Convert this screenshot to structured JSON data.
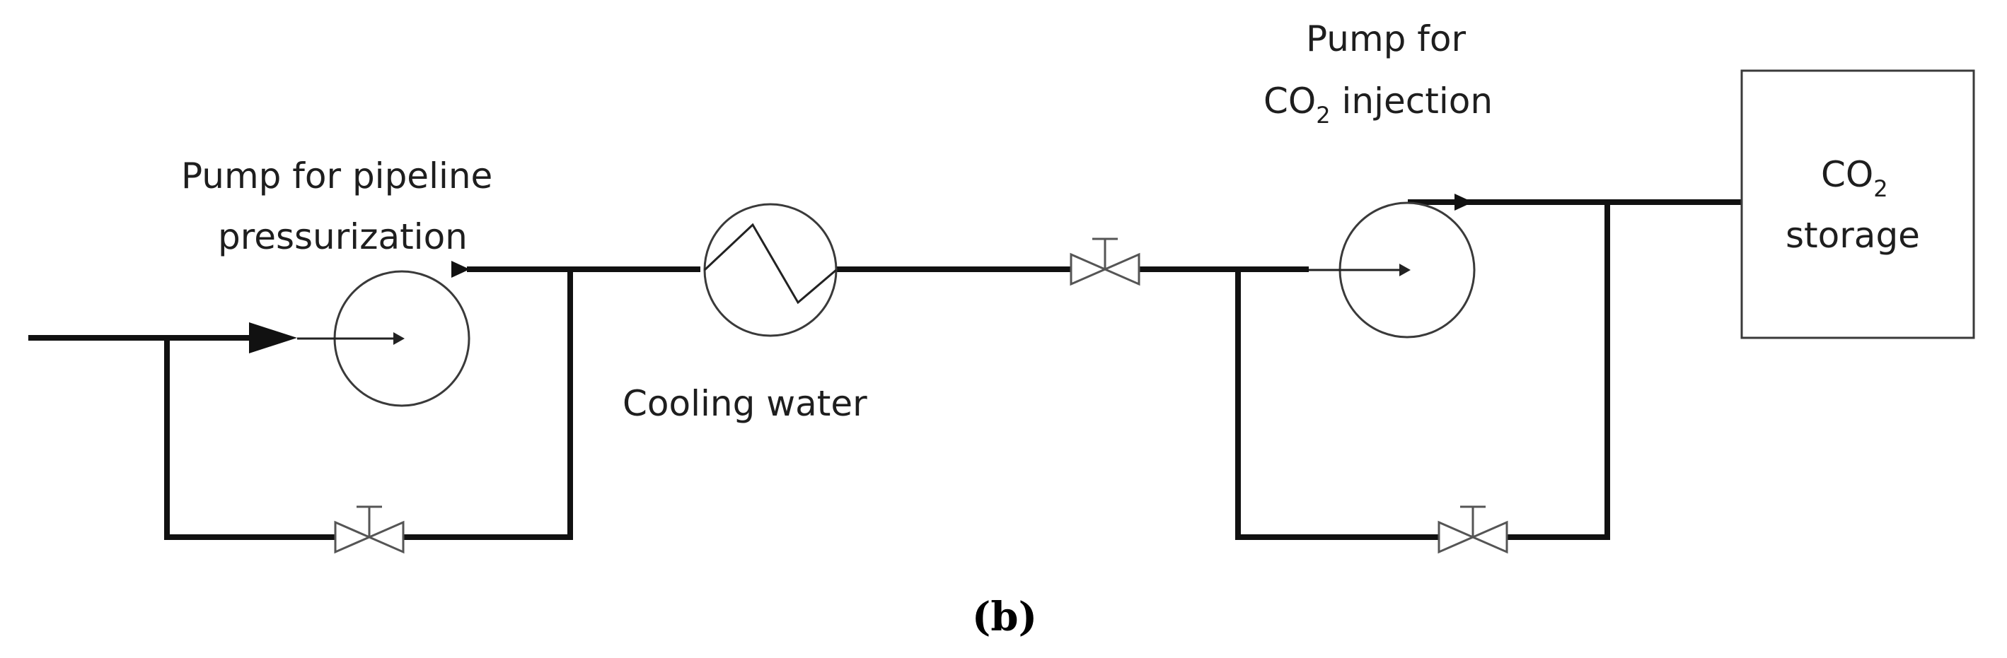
{
  "labels": {
    "pump_pipeline_line1": "Pump for pipeline",
    "pump_pipeline_line2": "pressurization",
    "cooling_water": "Cooling water",
    "pump_injection_line1": "Pump for",
    "pump_injection_co": "CO",
    "pump_injection_sub": "2",
    "pump_injection_rest": " injection",
    "storage_co": "CO",
    "storage_sub": "2",
    "storage_line2": "storage"
  },
  "caption": "(b)",
  "colors": {
    "pipe": "#111111",
    "equipment_outline": "#3a3a3a",
    "valve_outline": "#555555",
    "background": "#ffffff"
  },
  "icons": {
    "pump": "circle-arrow-pump-icon",
    "heat_exchanger": "zigzag-heat-exchanger-icon",
    "valve": "bowtie-valve-icon",
    "storage": "rectangle-tank-icon"
  }
}
